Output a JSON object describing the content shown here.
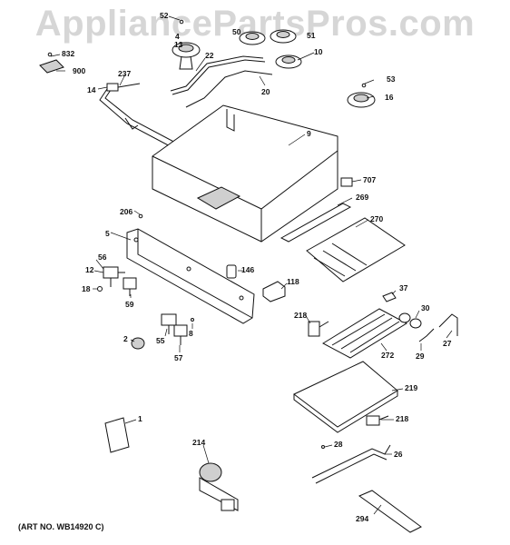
{
  "watermark": "AppliancePartsPros.com",
  "art_number": "(ART NO. WB14920 C)",
  "callouts": [
    "52",
    "13",
    "50",
    "51",
    "10",
    "832",
    "900",
    "237",
    "22",
    "14",
    "20",
    "53",
    "16",
    "9",
    "707",
    "269",
    "206",
    "270",
    "5",
    "56",
    "146",
    "12",
    "118",
    "18",
    "59",
    "37",
    "218",
    "30",
    "55",
    "8",
    "2",
    "57",
    "272",
    "29",
    "27",
    "219",
    "1",
    "218",
    "214",
    "28",
    "26",
    "294",
    "4"
  ]
}
